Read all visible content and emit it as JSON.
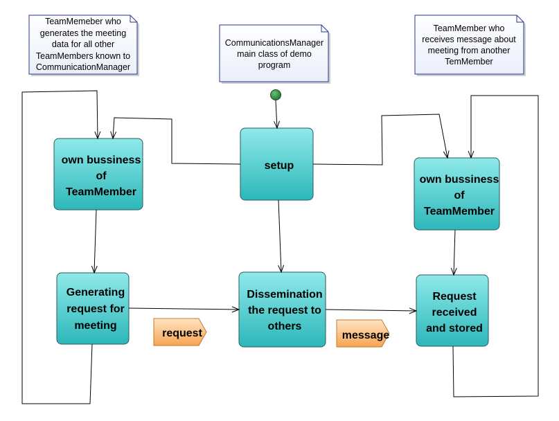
{
  "notes": {
    "sender": {
      "lines": [
        "TeamMemeber who",
        "generates the meeting",
        "data for all other",
        "TeamMembers known to",
        "CommunicationManager"
      ]
    },
    "manager": {
      "lines": [
        "CommunicationsManager",
        "main class of demo",
        "program"
      ]
    },
    "receiver": {
      "lines": [
        "TeamMember who",
        "receives message about",
        "meeting from another",
        "TemMember"
      ]
    }
  },
  "activities": {
    "setup": {
      "lines": [
        "setup"
      ]
    },
    "own_business_sender": {
      "lines": [
        "own bussiness",
        "of",
        "TeamMember"
      ]
    },
    "own_business_receiver": {
      "lines": [
        "own bussiness",
        "of",
        "TeamMember"
      ]
    },
    "generating_request": {
      "lines": [
        "Generating",
        "request for",
        "meeting"
      ]
    },
    "dissemination": {
      "lines": [
        "Dissemination",
        "the request to",
        "others"
      ]
    },
    "request_received": {
      "lines": [
        "Request",
        "received",
        "and stored"
      ]
    }
  },
  "objects": {
    "request": {
      "label": "request"
    },
    "message": {
      "label": "message"
    }
  },
  "colors": {
    "activity_fill_top": "#8fe9ea",
    "activity_fill_bottom": "#2db7b9",
    "activity_border": "#2a5a5b",
    "object_fill_top": "#ffe5c2",
    "object_fill_bottom": "#f6a453",
    "object_border": "#c07a30",
    "note_fill_top": "#ffffff",
    "note_fill_bottom": "#eaeffb",
    "note_border": "#2a3590",
    "initial_node_light": "#6cc27a",
    "initial_node": "#1f7030",
    "initial_node_border": "#164d22",
    "edge": "#000000"
  }
}
